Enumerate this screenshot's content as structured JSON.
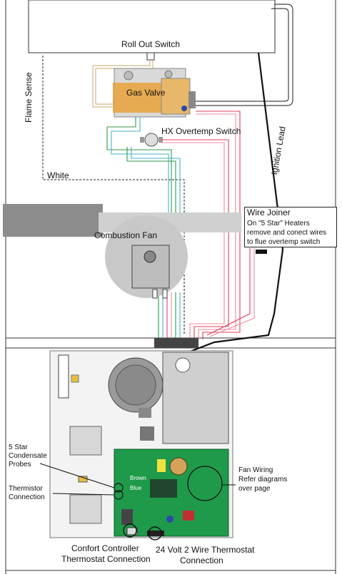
{
  "labels": {
    "roll_out_switch": "Roll Out Switch",
    "flame_sense": "Flame Sense",
    "gas_valve": "Gas Valve",
    "hx_overtemp": "HX Overtemp Switch",
    "ignition_lead": "Ignition Lead",
    "white": "White",
    "wire_joiner": "Wire Joiner",
    "wire_joiner_note_1": "On \"5 Star\" Heaters",
    "wire_joiner_note_2": "remove and conect wires",
    "wire_joiner_note_3": "to flue overtemp switch",
    "combustion_fan": "Combustion Fan",
    "five_star_1": "5 Star",
    "five_star_2": "Condensate",
    "five_star_3": "Probes",
    "thermistor_1": "Thermistor",
    "thermistor_2": "Connection",
    "brown": "Brown",
    "blue": "Blue",
    "fan_wiring_1": "Fan Wiring",
    "fan_wiring_2": "Refer diagrams",
    "fan_wiring_3": "over page",
    "confort_1": "Confort Controller",
    "confort_2": "Thermostat Connection",
    "twentyfour_1": "24 Volt 2 Wire Thermostat",
    "twentyfour_2": "Connection"
  },
  "colors": {
    "wire_red": "#e0405a",
    "wire_pink": "#f08aa0",
    "wire_green": "#2f9a4a",
    "wire_teal": "#3fb6c4",
    "wire_black": "#111111",
    "pcb_green": "#1f9a4a",
    "fan_gray": "#c8c8c8",
    "duct_gray": "#8c8c8c",
    "valve_orange": "#e8a23a"
  }
}
